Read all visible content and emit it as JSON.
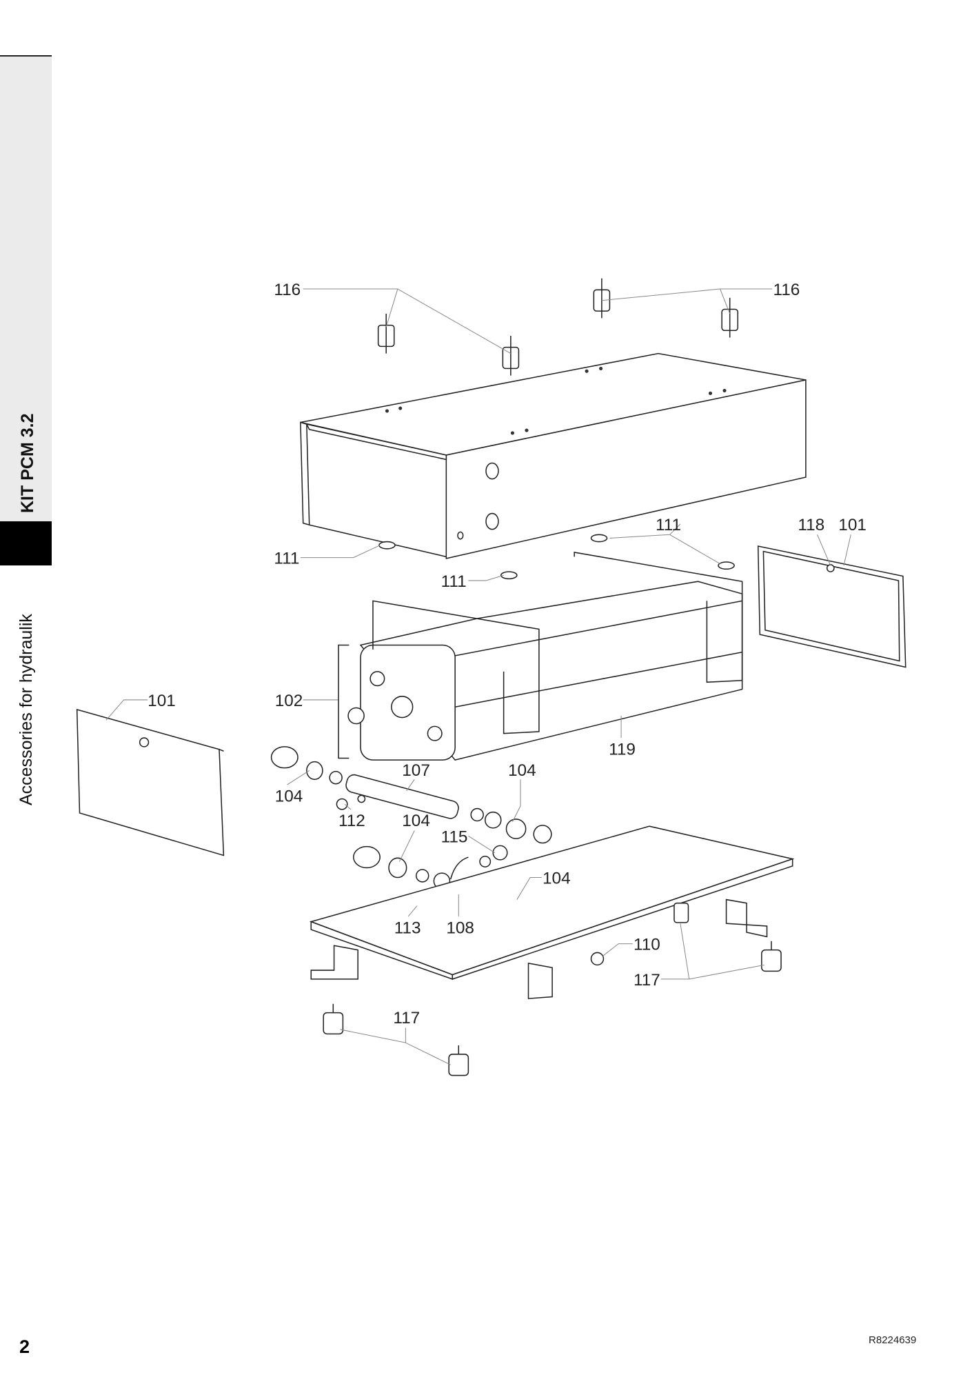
{
  "sidebar": {
    "product_title": "KIT PCM 3.2",
    "section_title": "Accessories for hydraulik"
  },
  "footer": {
    "page_number": "2",
    "document_reference": "R8224639"
  },
  "diagram": {
    "part_labels": [
      "116",
      "116",
      "111",
      "111",
      "111",
      "118",
      "101",
      "101",
      "102",
      "119",
      "107",
      "104",
      "104",
      "112",
      "104",
      "115",
      "104",
      "113",
      "108",
      "110",
      "117",
      "117"
    ]
  }
}
